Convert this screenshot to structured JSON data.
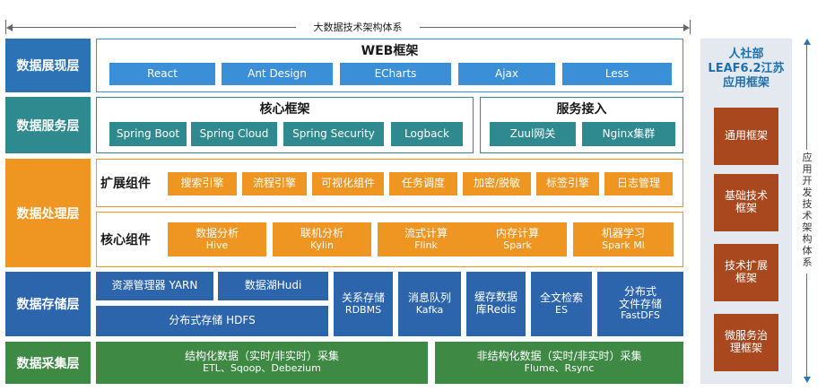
{
  "top_arrow": {
    "label": "大数据技术架构体系"
  },
  "layers": {
    "presentation": "数据展现层",
    "service": "数据服务层",
    "processing": "数据处理层",
    "storage": "数据存储层",
    "collection": "数据采集层"
  },
  "web": {
    "title": "WEB框架",
    "items": [
      "React",
      "Ant Design",
      "ECharts",
      "Ajax",
      "Less"
    ]
  },
  "core_framework": {
    "title": "核心框架",
    "items": [
      "Spring Boot",
      "Spring Cloud",
      "Spring Security",
      "Logback"
    ]
  },
  "service_access": {
    "title": "服务接入",
    "items": [
      "Zuul网关",
      "Nginx集群"
    ]
  },
  "extension": {
    "title": "扩展组件",
    "items": [
      "搜索引擎",
      "流程引擎",
      "可视化组件",
      "任务调度",
      "加密/脱敏",
      "标签引擎",
      "日志管理"
    ]
  },
  "core_components": {
    "title": "核心组件",
    "items": [
      {
        "line1": "数据分析",
        "line2": "Hive"
      },
      {
        "line1": "联机分析",
        "line2": "Kylin"
      },
      {
        "line1": "流式计算",
        "line2": "Flink"
      },
      {
        "line1": "内存计算",
        "line2": "Spark"
      },
      {
        "line1": "机器学习",
        "line2": "Spark Ml"
      }
    ]
  },
  "storage": {
    "yarn": "资源管理器 YARN",
    "hudi": "数据湖Hudi",
    "hdfs": "分布式存储 HDFS",
    "rdbms": {
      "line1": "关系存储",
      "line2": "RDBMS"
    },
    "kafka": {
      "line1": "消息队列",
      "line2": "Kafka"
    },
    "redis": {
      "line1": "缓存数据",
      "line2": "库Redis"
    },
    "es": {
      "line1": "全文检索",
      "line2": "ES"
    },
    "fastdfs": {
      "line1": "分布式",
      "line2": "文件存储",
      "line3": "FastDFS"
    }
  },
  "collection": {
    "structured": {
      "line1": "结构化数据（实时/非实时）采集",
      "line2": "ETL、Sqoop、Debezium"
    },
    "unstructured": {
      "line1": "非结构化数据（实时/非实时）采集",
      "line2": "Flume、Rsync"
    }
  },
  "side_panel": {
    "title_line1": "人社部",
    "title_line2": "LEAF6.2江苏",
    "title_line3": "应用框架",
    "items": [
      {
        "line1": "通用框架",
        "line2": ""
      },
      {
        "line1": "基础技术",
        "line2": "框架"
      },
      {
        "line1": "技术扩展",
        "line2": "框架"
      },
      {
        "line1": "微服务治",
        "line2": "理框架"
      }
    ]
  },
  "right_arrow": {
    "label": "应用开发技术架构体系"
  },
  "colors": {
    "blue_dark": "#2b73b5",
    "blue_chip": "#3a8fd6",
    "teal": "#2e8a8e",
    "orange": "#ee9621",
    "storage_blue": "#2d65ad",
    "green": "#3e8a45",
    "side_bg": "#e3e9ee",
    "side_item": "#a9481f"
  }
}
